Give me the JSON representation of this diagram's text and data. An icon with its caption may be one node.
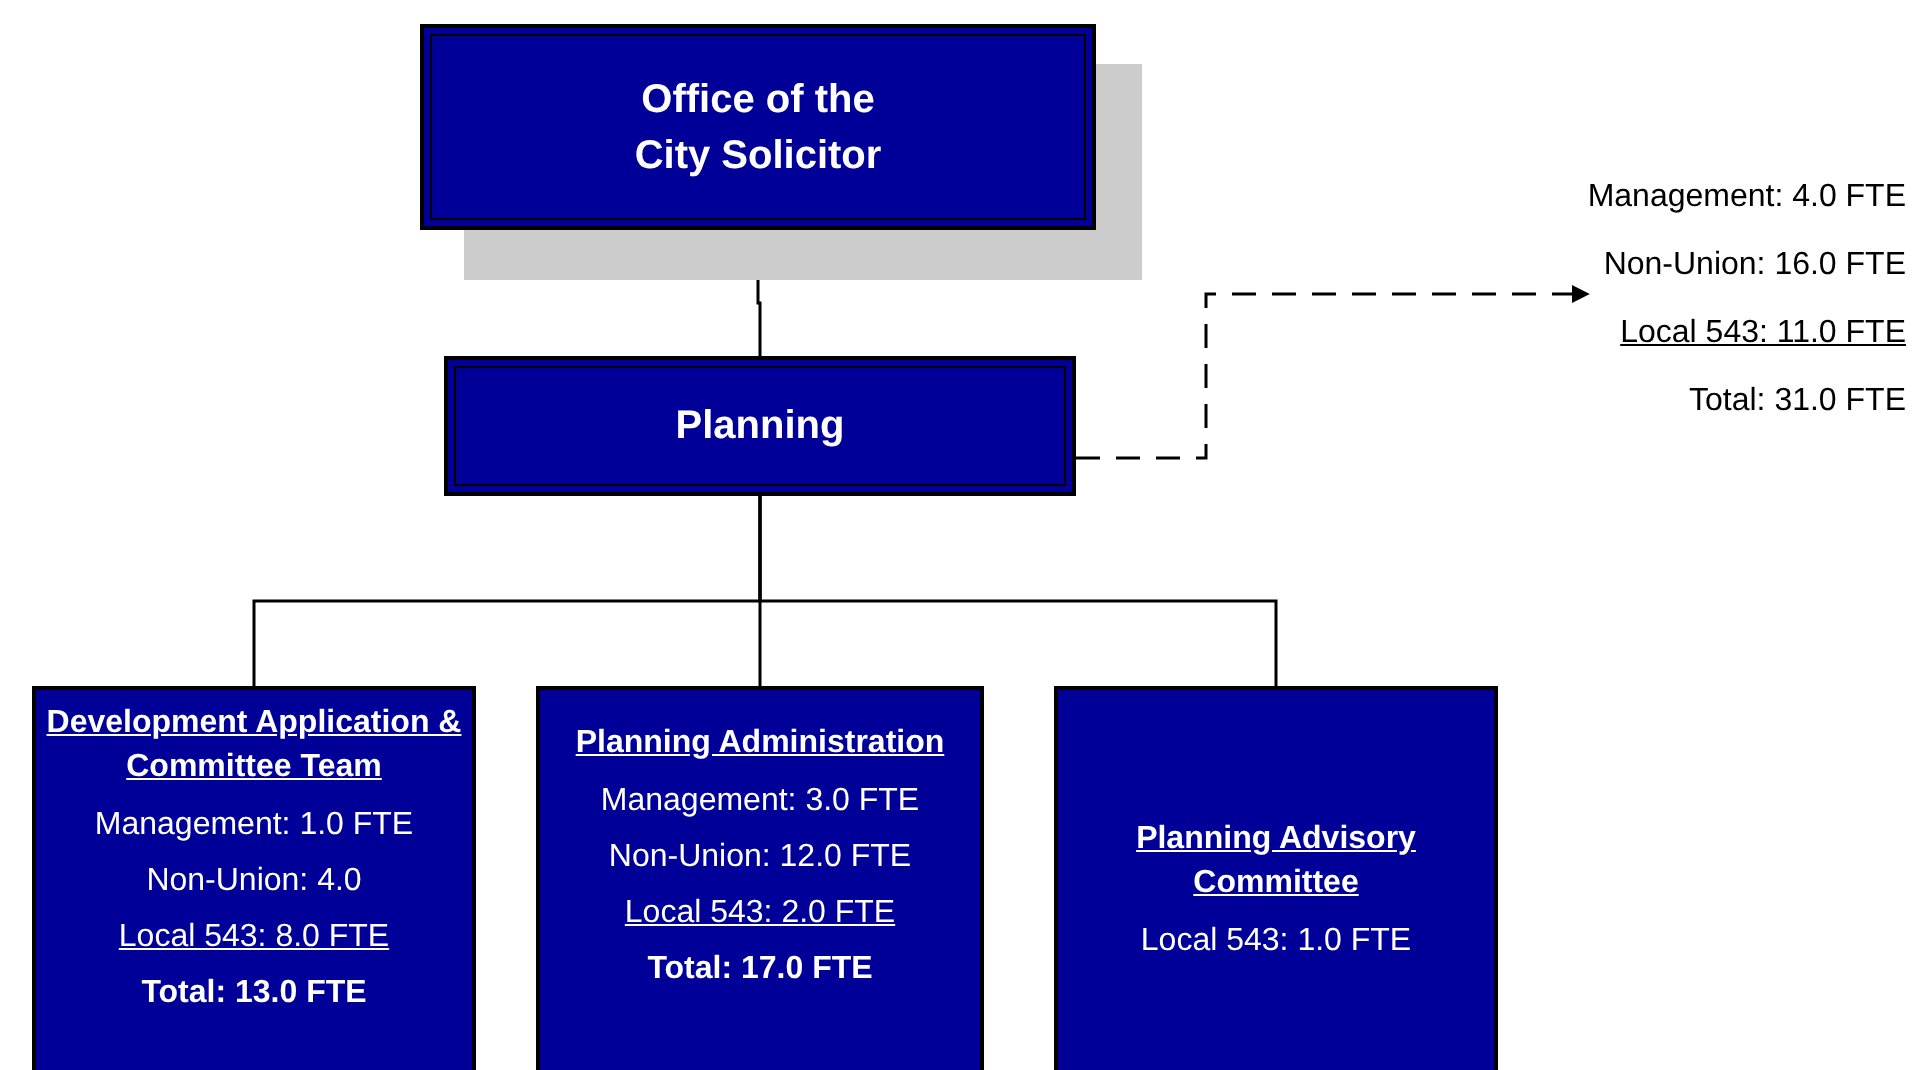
{
  "diagram": {
    "nodes": [
      {
        "text": [
          "Office of the City Solicitor"
        ]
      },
      {
        "text": [
          "Planning"
        ]
      },
      {
        "text": [
          "Development Application & Committee Team",
          "Management: 1.0 FTE",
          "Non-Union: 4.0",
          "Local 543: 8.0 FTE",
          "Total: 13.0 FTE"
        ]
      },
      {
        "text": [
          "Planning Administration",
          "Management: 3.0 FTE",
          "Non-Union: 12.0 FTE",
          "Local 543: 2.0 FTE",
          "Total: 17.0 FTE"
        ]
      },
      {
        "text": [
          "Planning Advisory Committee",
          "Local 543: 1.0 FTE"
        ]
      },
      {
        "text": [
          "Management: 4.0 FTE",
          "Non-Union: 16.0 FTE",
          "Local 543: 11.0 FTE",
          "Total: 31.0 FTE"
        ]
      }
    ],
    "edges": [
      {
        "from": 0,
        "to": 1,
        "arrow": "none"
      },
      {
        "from": 1,
        "to": 2,
        "arrow": "none"
      },
      {
        "from": 1,
        "to": 3,
        "arrow": "none"
      },
      {
        "from": 1,
        "to": 4,
        "arrow": "none"
      },
      {
        "from": 1,
        "to": 5,
        "arrow": "to",
        "style": "dashed"
      }
    ]
  }
}
